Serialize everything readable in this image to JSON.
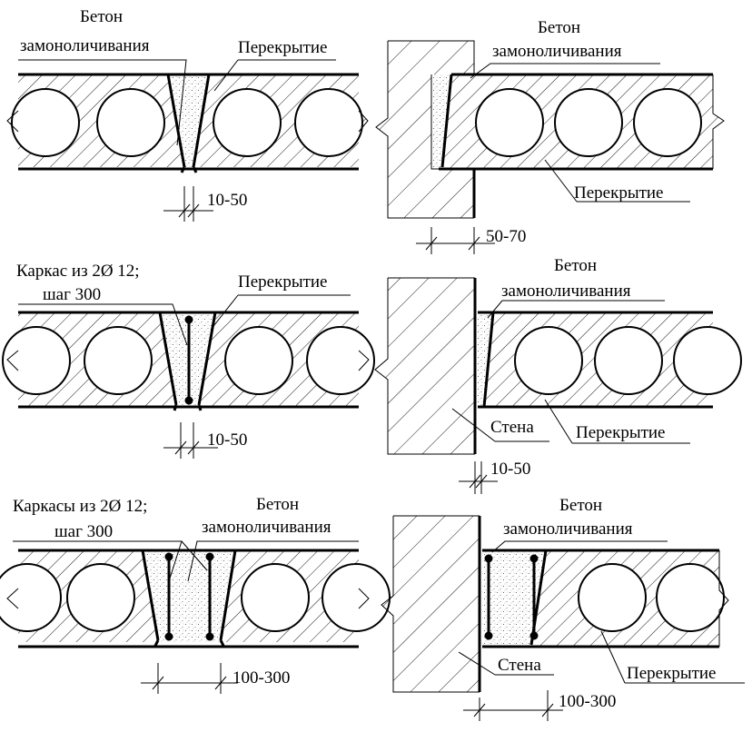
{
  "labels": {
    "concrete_line1": "Бетон",
    "concrete_line2": "замоноличивания",
    "slab": "Перекрытие",
    "wall": "Стена",
    "cage_single_line1": "Каркас из 2Ø 12;",
    "cage_plural_line1": "Каркасы из 2Ø 12;",
    "cage_line2": "шаг 300"
  },
  "dimensions": {
    "gap_narrow": "10-50",
    "gap_wall": "50-70",
    "gap_wide": "100-300"
  },
  "colors": {
    "line": "#000000",
    "background": "#ffffff",
    "concrete_dots": "#555555"
  }
}
